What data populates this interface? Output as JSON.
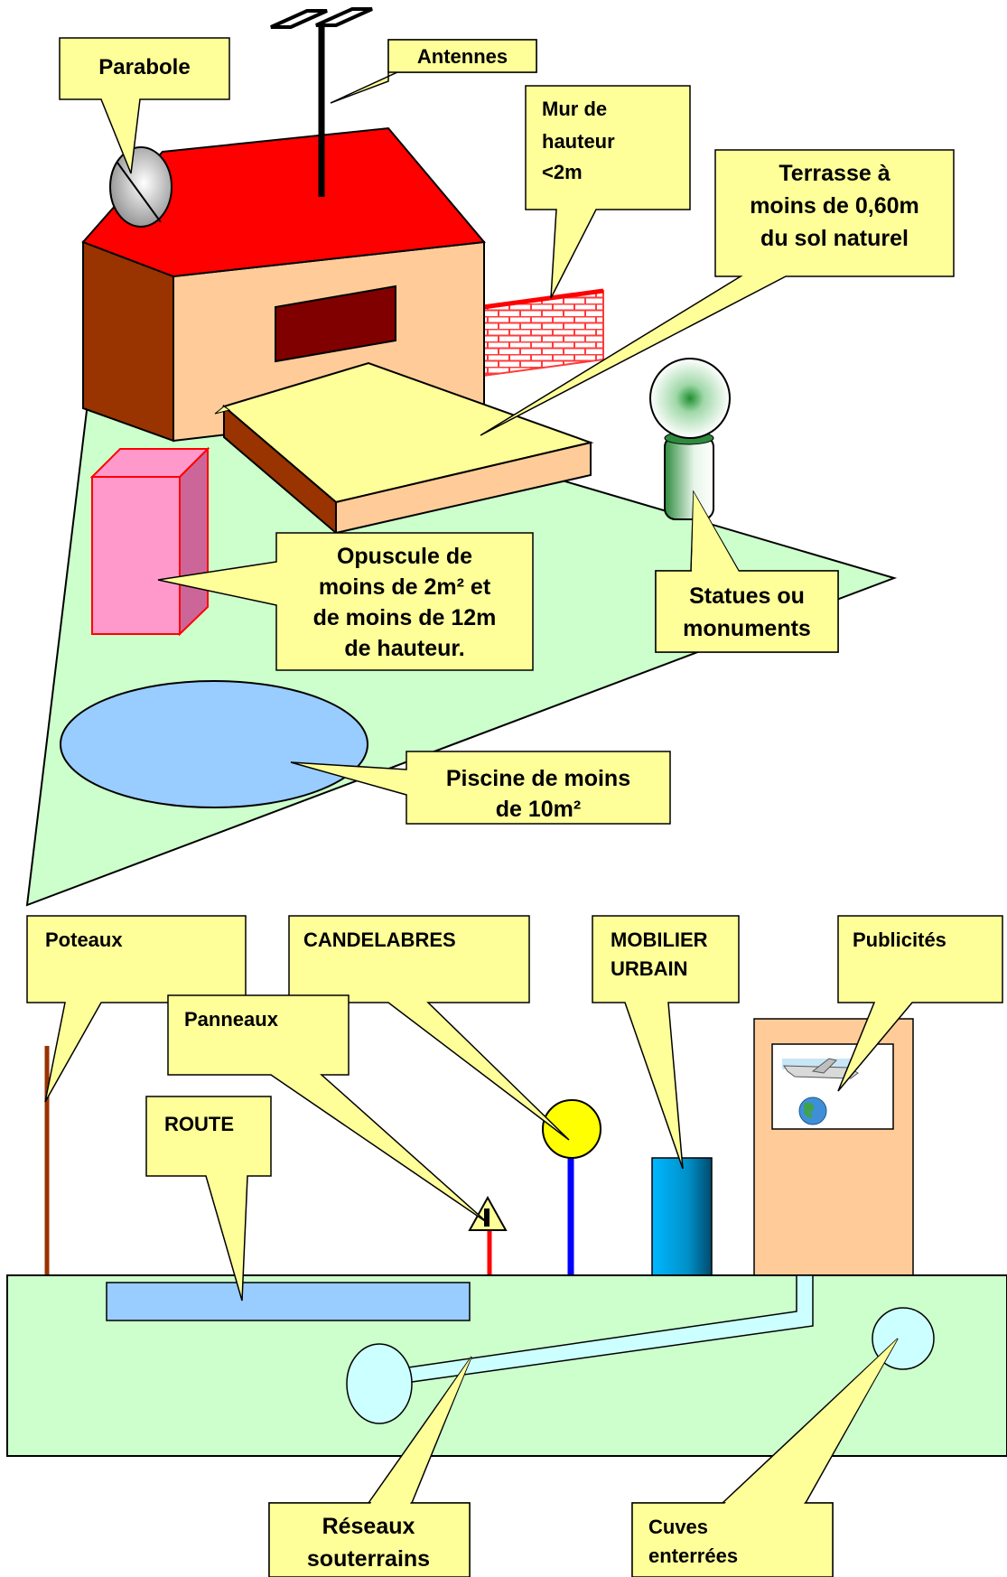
{
  "colors": {
    "ground": "#ccffcc",
    "callout": "#ffff99",
    "roof": "#ff0000",
    "house_front": "#ffcc99",
    "house_side": "#993300",
    "water": "#99ccff",
    "pink": "#ff99cc",
    "outline": "#000000"
  },
  "callouts": {
    "parabole": [
      "Parabole"
    ],
    "antennes": [
      "Antennes"
    ],
    "mur": [
      "Mur de",
      "hauteur",
      "<2m"
    ],
    "terrasse": [
      "Terrasse à",
      "moins de 0,60m",
      "du sol naturel"
    ],
    "opuscule": [
      "Opuscule de",
      "moins de 2m² et",
      "de moins de 12m",
      "de hauteur."
    ],
    "statues": [
      "Statues ou",
      "monuments"
    ],
    "piscine": [
      "Piscine de moins",
      "de 10m²"
    ],
    "poteaux": [
      "Poteaux"
    ],
    "candelabres": [
      "CANDELABRES"
    ],
    "mobilier": [
      "MOBILIER",
      "URBAIN"
    ],
    "publicites": [
      "Publicités"
    ],
    "panneaux": [
      "Panneaux"
    ],
    "route": [
      "ROUTE"
    ],
    "reseaux": [
      "Réseaux",
      "souterrains"
    ],
    "cuves": [
      "Cuves",
      "enterrées"
    ]
  },
  "icons": {
    "billboard_image": "airplane-globe-icon",
    "sign": "warning-triangle-icon"
  }
}
